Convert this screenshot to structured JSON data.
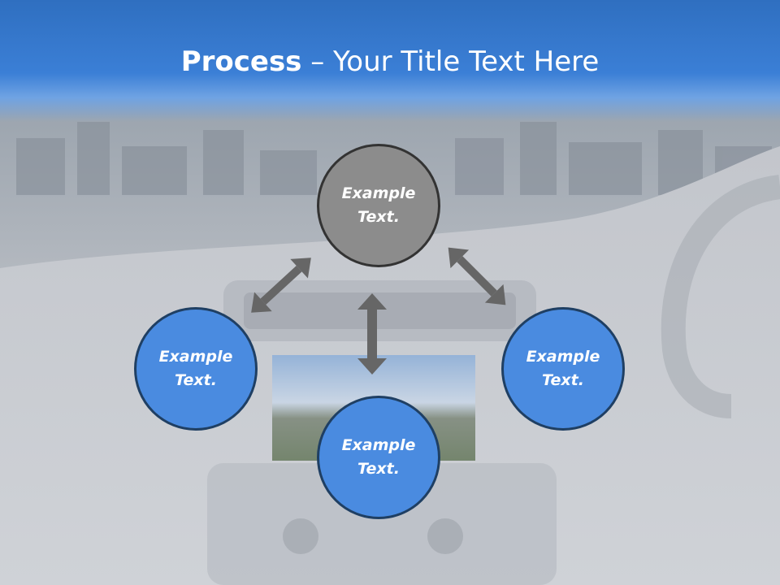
{
  "title": {
    "strong": "Process",
    "rest": " – Your Title Text Here"
  },
  "nodes": {
    "top": "Example Text.",
    "left": "Example Text.",
    "right": "Example Text.",
    "bottom": "Example Text."
  },
  "colors": {
    "header_blue": "#3b7fd6",
    "node_blue": "#4a8be0",
    "node_gray": "#8c8c8c",
    "arrow_gray": "#666666"
  }
}
